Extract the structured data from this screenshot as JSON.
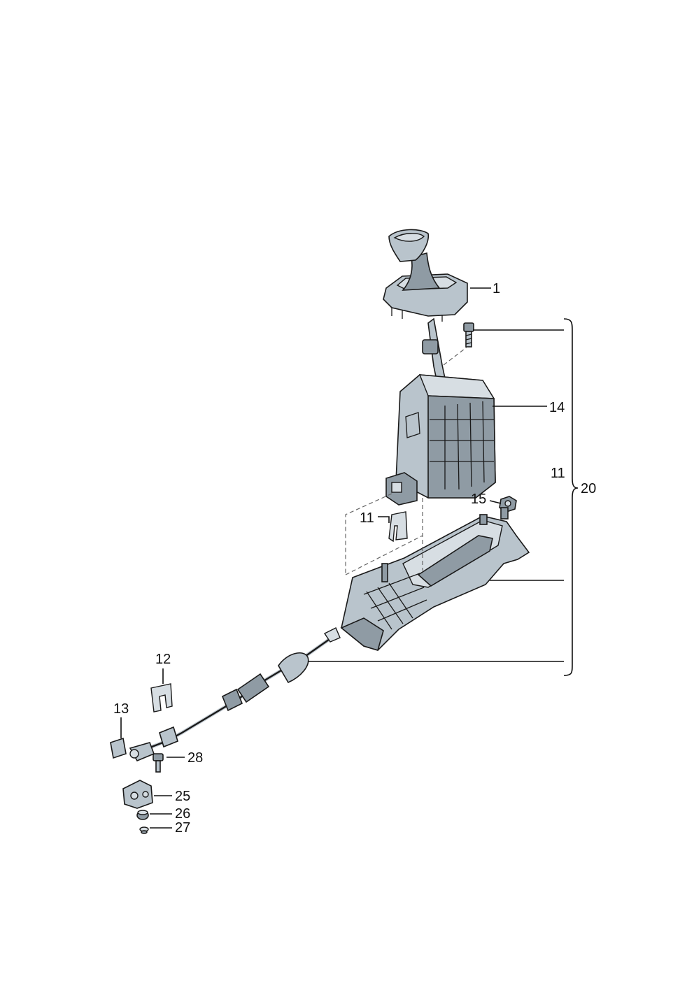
{
  "diagram": {
    "callouts": {
      "c1": "1",
      "c14": "14",
      "c11_right": "11",
      "c20": "20",
      "c15": "15",
      "c11_left": "11",
      "c12": "12",
      "c13": "13",
      "c28": "28",
      "c25": "25",
      "c26": "26",
      "c27": "27"
    }
  }
}
